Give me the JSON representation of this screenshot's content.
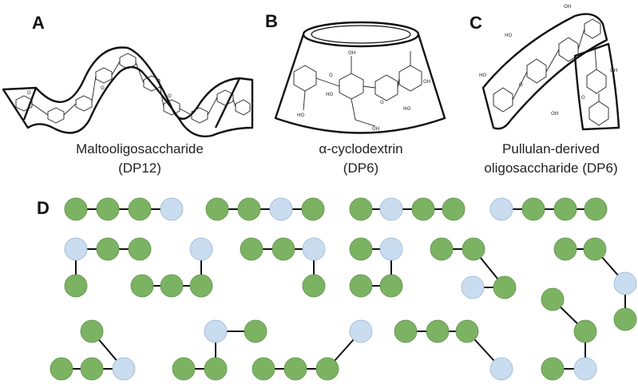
{
  "panels": {
    "A": {
      "letter": "A",
      "caption_lines": [
        "Maltooligosaccharide",
        "(DP12)"
      ]
    },
    "B": {
      "letter": "B",
      "caption_lines": [
        "α-cyclodextrin",
        "(DP6)"
      ]
    },
    "C": {
      "letter": "C",
      "caption_lines": [
        "Pullulan-derived",
        "oligosaccharide (DP6)"
      ]
    },
    "D": {
      "letter": "D"
    }
  },
  "atom_labels": [
    "OH",
    "HO",
    "O"
  ],
  "colors": {
    "glucose_unit": "#7bb363",
    "branched_unit": "#c9dcf0",
    "bond": "#111111",
    "outline": "#111111"
  },
  "legend_note": "",
  "isomers": [
    {
      "units": [
        "g",
        "g",
        "g",
        "b"
      ]
    },
    {
      "units": [
        "g",
        "g",
        "b",
        "g"
      ]
    },
    {
      "units": [
        "g",
        "b",
        "g",
        "g"
      ]
    },
    {
      "units": [
        "b",
        "g",
        "g",
        "g"
      ]
    },
    {
      "units": [
        "b",
        "g",
        "g",
        "g"
      ]
    },
    {
      "units": [
        "g",
        "g",
        "g",
        "b"
      ]
    },
    {
      "units": [
        "g",
        "g",
        "b",
        "g"
      ]
    },
    {
      "units": [
        "g",
        "b",
        "g",
        "g"
      ]
    },
    {
      "units": [
        "g",
        "g",
        "g",
        "b"
      ]
    },
    {
      "units": [
        "g",
        "g",
        "b",
        "g"
      ]
    },
    {
      "units": [
        "g",
        "g",
        "b",
        "g"
      ]
    },
    {
      "units": [
        "g",
        "b",
        "g",
        "g"
      ]
    }
  ]
}
